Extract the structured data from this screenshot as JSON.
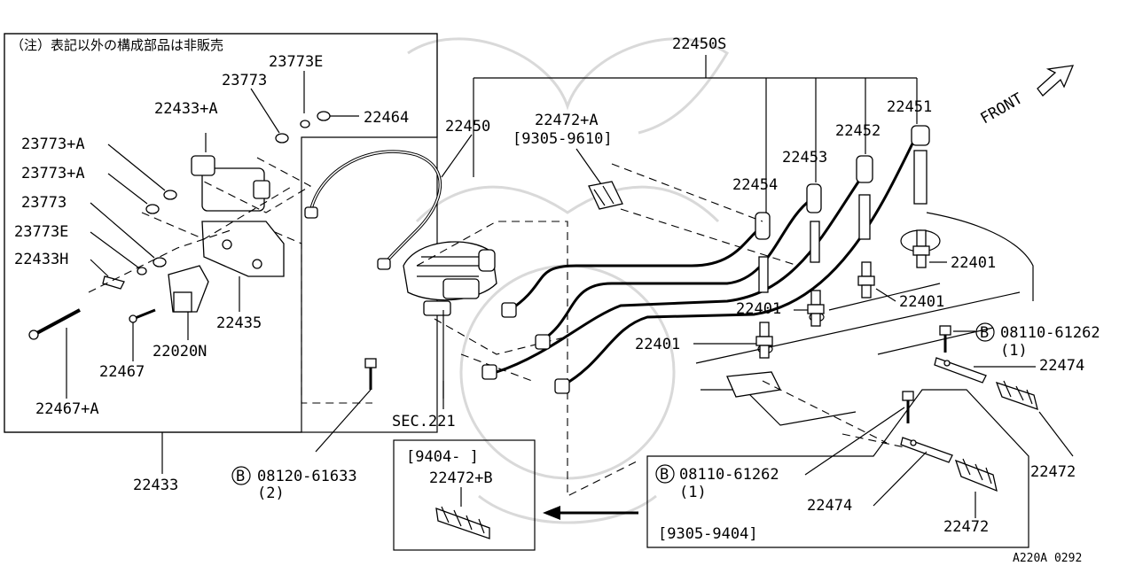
{
  "box_note": "（注）表記以外の構成部品は非販売",
  "bolt_symbol": "B",
  "diagram_code": "A220A 0292",
  "labels": {
    "p22450S": "22450S",
    "p22450": "22450",
    "p22451": "22451",
    "p22452": "22452",
    "p22453": "22453",
    "p22454": "22454",
    "p22472A": "22472+A",
    "p22472A_range": "[9305-9610]",
    "p22401_a": "22401",
    "p22401_b": "22401",
    "p22401_c": "22401",
    "p22401_d": "22401",
    "p08110_a": "08110-61262",
    "p08110_a_qty": "(1)",
    "p22474_a": "22474",
    "p22472_a": "22472",
    "p08110_b": "08110-61262",
    "p08110_b_qty": "(1)",
    "p22474_b": "22474",
    "p22472_b": "22472",
    "range_9305_9404": "[9305-9404]",
    "range_9404": "[9404-     ]",
    "p22472B": "22472+B",
    "p08120": "08120-61633",
    "p08120_qty": "(2)",
    "sec221": "SEC.221",
    "p22433": "22433",
    "p23773E_top": "23773E",
    "p23773_top": "23773",
    "p22433A": "22433+A",
    "p22464": "22464",
    "p23773A_1": "23773+A",
    "p23773A_2": "23773+A",
    "p23773_mid": "23773",
    "p23773E_mid": "23773E",
    "p22433H": "22433H",
    "p22435": "22435",
    "p22020N": "22020N",
    "p22467": "22467",
    "p22467A": "22467+A",
    "front": "FRONT"
  }
}
